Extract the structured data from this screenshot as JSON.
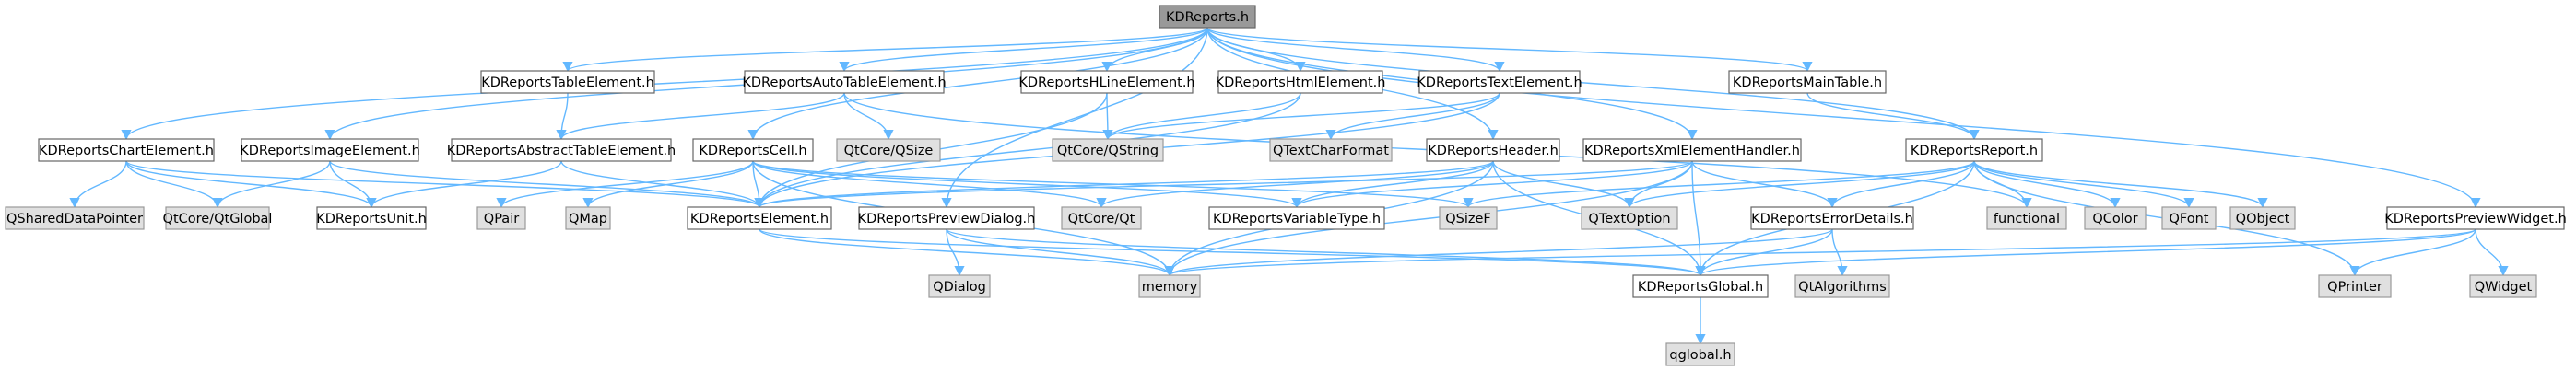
{
  "colors": {
    "edge": "#63b8ff",
    "node_focus_fill": "#999999",
    "node_focus_stroke": "#666666",
    "node_documented_fill": "#ffffff",
    "node_documented_stroke": "#666666",
    "node_external_fill": "#e0e0e0",
    "node_external_stroke": "#999999"
  },
  "nodes": [
    {
      "id": "n0",
      "label": "KDReports.h",
      "kind": "focus"
    },
    {
      "id": "n1",
      "label": "KDReportsChartElement.h",
      "kind": "documented"
    },
    {
      "id": "n2",
      "label": "KDReportsTableElement.h",
      "kind": "documented"
    },
    {
      "id": "n3",
      "label": "KDReportsAutoTableElement.h",
      "kind": "documented"
    },
    {
      "id": "n4",
      "label": "KDReportsHLineElement.h",
      "kind": "documented"
    },
    {
      "id": "n5",
      "label": "KDReportsHtmlElement.h",
      "kind": "documented"
    },
    {
      "id": "n6",
      "label": "KDReportsTextElement.h",
      "kind": "documented"
    },
    {
      "id": "n7",
      "label": "KDReportsMainTable.h",
      "kind": "documented"
    },
    {
      "id": "n8",
      "label": "KDReportsImageElement.h",
      "kind": "documented"
    },
    {
      "id": "n9",
      "label": "KDReportsAbstractTableElement.h",
      "kind": "documented"
    },
    {
      "id": "n10",
      "label": "KDReportsCell.h",
      "kind": "documented"
    },
    {
      "id": "n11",
      "label": "KDReportsHeader.h",
      "kind": "documented"
    },
    {
      "id": "n12",
      "label": "KDReportsXmlElementHandler.h",
      "kind": "documented"
    },
    {
      "id": "n13",
      "label": "KDReportsReport.h",
      "kind": "documented"
    },
    {
      "id": "n14",
      "label": "KDReportsPreviewWidget.h",
      "kind": "documented"
    },
    {
      "id": "n15",
      "label": "QtCore/QSize",
      "kind": "external"
    },
    {
      "id": "n16",
      "label": "QtCore/QString",
      "kind": "external"
    },
    {
      "id": "n17",
      "label": "QTextCharFormat",
      "kind": "external"
    },
    {
      "id": "n18",
      "label": "QSharedDataPointer",
      "kind": "external"
    },
    {
      "id": "n19",
      "label": "QtCore/QtGlobal",
      "kind": "external"
    },
    {
      "id": "n20",
      "label": "KDReportsUnit.h",
      "kind": "documented"
    },
    {
      "id": "n21",
      "label": "QPair",
      "kind": "external"
    },
    {
      "id": "n22",
      "label": "QMap",
      "kind": "external"
    },
    {
      "id": "n23",
      "label": "KDReportsElement.h",
      "kind": "documented"
    },
    {
      "id": "n24",
      "label": "KDReportsPreviewDialog.h",
      "kind": "documented"
    },
    {
      "id": "n25",
      "label": "QtCore/Qt",
      "kind": "external"
    },
    {
      "id": "n26",
      "label": "KDReportsVariableType.h",
      "kind": "documented"
    },
    {
      "id": "n27",
      "label": "QSizeF",
      "kind": "external"
    },
    {
      "id": "n28",
      "label": "QTextOption",
      "kind": "external"
    },
    {
      "id": "n29",
      "label": "KDReportsErrorDetails.h",
      "kind": "documented"
    },
    {
      "id": "n30",
      "label": "functional",
      "kind": "external"
    },
    {
      "id": "n31",
      "label": "QColor",
      "kind": "external"
    },
    {
      "id": "n32",
      "label": "QFont",
      "kind": "external"
    },
    {
      "id": "n33",
      "label": "QObject",
      "kind": "external"
    },
    {
      "id": "n34",
      "label": "QDialog",
      "kind": "external"
    },
    {
      "id": "n35",
      "label": "memory",
      "kind": "external"
    },
    {
      "id": "n36",
      "label": "KDReportsGlobal.h",
      "kind": "documented"
    },
    {
      "id": "n37",
      "label": "QtAlgorithms",
      "kind": "external"
    },
    {
      "id": "n38",
      "label": "QPrinter",
      "kind": "external"
    },
    {
      "id": "n39",
      "label": "QWidget",
      "kind": "external"
    },
    {
      "id": "n40",
      "label": "qglobal.h",
      "kind": "external"
    }
  ],
  "edges": [
    [
      "n0",
      "n1"
    ],
    [
      "n0",
      "n2"
    ],
    [
      "n0",
      "n3"
    ],
    [
      "n0",
      "n4"
    ],
    [
      "n0",
      "n5"
    ],
    [
      "n0",
      "n6"
    ],
    [
      "n0",
      "n7"
    ],
    [
      "n0",
      "n8"
    ],
    [
      "n0",
      "n10"
    ],
    [
      "n0",
      "n11"
    ],
    [
      "n0",
      "n12"
    ],
    [
      "n0",
      "n13"
    ],
    [
      "n0",
      "n14"
    ],
    [
      "n0",
      "n24"
    ],
    [
      "n1",
      "n18"
    ],
    [
      "n1",
      "n19"
    ],
    [
      "n1",
      "n20"
    ],
    [
      "n1",
      "n23"
    ],
    [
      "n2",
      "n9"
    ],
    [
      "n3",
      "n9"
    ],
    [
      "n3",
      "n15"
    ],
    [
      "n3",
      "n30"
    ],
    [
      "n4",
      "n16"
    ],
    [
      "n4",
      "n23"
    ],
    [
      "n5",
      "n16"
    ],
    [
      "n5",
      "n23"
    ],
    [
      "n6",
      "n16"
    ],
    [
      "n6",
      "n17"
    ],
    [
      "n6",
      "n23"
    ],
    [
      "n7",
      "n13"
    ],
    [
      "n8",
      "n19"
    ],
    [
      "n8",
      "n20"
    ],
    [
      "n8",
      "n23"
    ],
    [
      "n9",
      "n20"
    ],
    [
      "n9",
      "n23"
    ],
    [
      "n10",
      "n21"
    ],
    [
      "n10",
      "n22"
    ],
    [
      "n10",
      "n23"
    ],
    [
      "n10",
      "n25"
    ],
    [
      "n10",
      "n26"
    ],
    [
      "n10",
      "n27"
    ],
    [
      "n10",
      "n35"
    ],
    [
      "n11",
      "n23"
    ],
    [
      "n11",
      "n25"
    ],
    [
      "n11",
      "n26"
    ],
    [
      "n11",
      "n28"
    ],
    [
      "n11",
      "n35"
    ],
    [
      "n11",
      "n36"
    ],
    [
      "n12",
      "n23"
    ],
    [
      "n12",
      "n26"
    ],
    [
      "n12",
      "n28"
    ],
    [
      "n12",
      "n29"
    ],
    [
      "n12",
      "n35"
    ],
    [
      "n12",
      "n36"
    ],
    [
      "n13",
      "n27"
    ],
    [
      "n13",
      "n28"
    ],
    [
      "n13",
      "n29"
    ],
    [
      "n13",
      "n30"
    ],
    [
      "n13",
      "n31"
    ],
    [
      "n13",
      "n32"
    ],
    [
      "n13",
      "n33"
    ],
    [
      "n13",
      "n36"
    ],
    [
      "n13",
      "n38"
    ],
    [
      "n14",
      "n35"
    ],
    [
      "n14",
      "n36"
    ],
    [
      "n14",
      "n38"
    ],
    [
      "n14",
      "n39"
    ],
    [
      "n23",
      "n35"
    ],
    [
      "n23",
      "n36"
    ],
    [
      "n24",
      "n34"
    ],
    [
      "n24",
      "n35"
    ],
    [
      "n24",
      "n36"
    ],
    [
      "n29",
      "n35"
    ],
    [
      "n29",
      "n36"
    ],
    [
      "n29",
      "n37"
    ],
    [
      "n36",
      "n40"
    ]
  ]
}
